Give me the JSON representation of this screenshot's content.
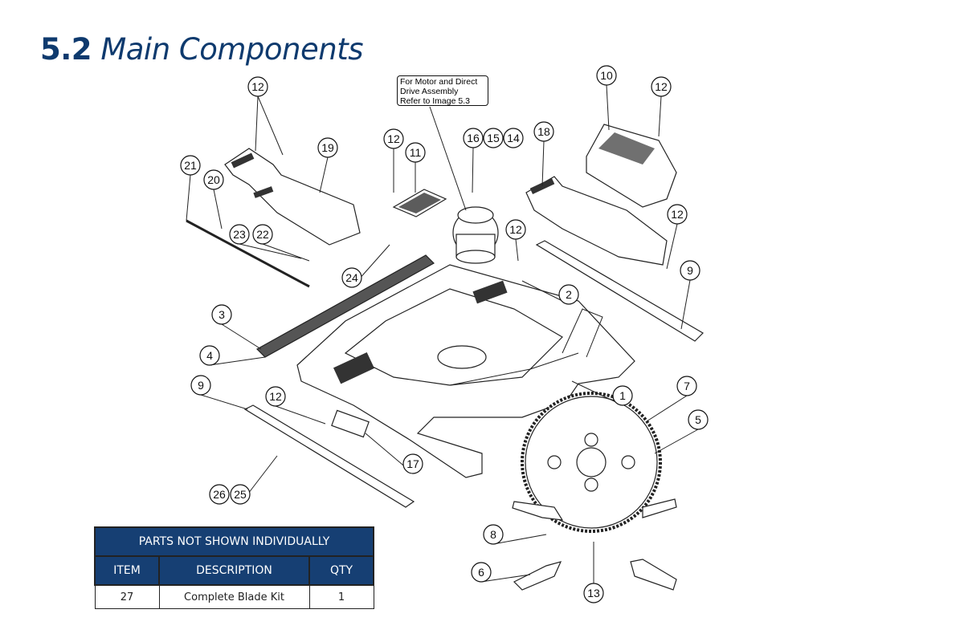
{
  "title": {
    "number": "5.2",
    "text": "Main Components"
  },
  "callout_note": [
    "For Motor and Direct",
    "Drive Assembly",
    "Refer to Image 5.3"
  ],
  "balloons": [
    "12",
    "19",
    "21",
    "20",
    "23",
    "22",
    "24",
    "3",
    "4",
    "9",
    "12",
    "17",
    "26",
    "25",
    "12",
    "11",
    "16",
    "15",
    "14",
    "18",
    "10",
    "12",
    "12",
    "12",
    "2",
    "9",
    "1",
    "7",
    "5",
    "8",
    "6",
    "13"
  ],
  "parts_table": {
    "title": "PARTS NOT SHOWN INDIVIDUALLY",
    "headers": [
      "ITEM",
      "DESCRIPTION",
      "QTY"
    ],
    "rows": [
      {
        "item": "27",
        "description": "Complete Blade Kit",
        "qty": "1"
      }
    ]
  },
  "colors": {
    "title": "#0e3a6e",
    "table_header": "#163f73"
  }
}
